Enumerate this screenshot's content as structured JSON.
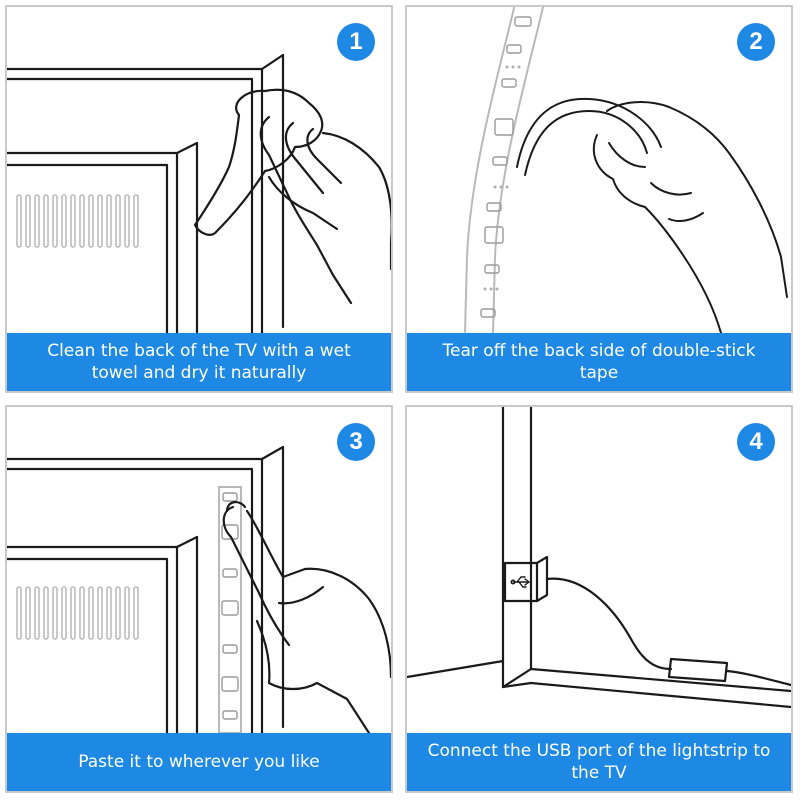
{
  "colors": {
    "accent": "#1e88e5",
    "line": "#1a1a1a",
    "strip": "#b9b9b9"
  },
  "steps": [
    {
      "number": "1",
      "caption": "Clean the back of the TV with a wet towel and dry it naturally"
    },
    {
      "number": "2",
      "caption": "Tear off the back side of double-stick tape"
    },
    {
      "number": "3",
      "caption": "Paste it to wherever you like"
    },
    {
      "number": "4",
      "caption": "Connect the USB port of the lightstrip to the TV"
    }
  ]
}
